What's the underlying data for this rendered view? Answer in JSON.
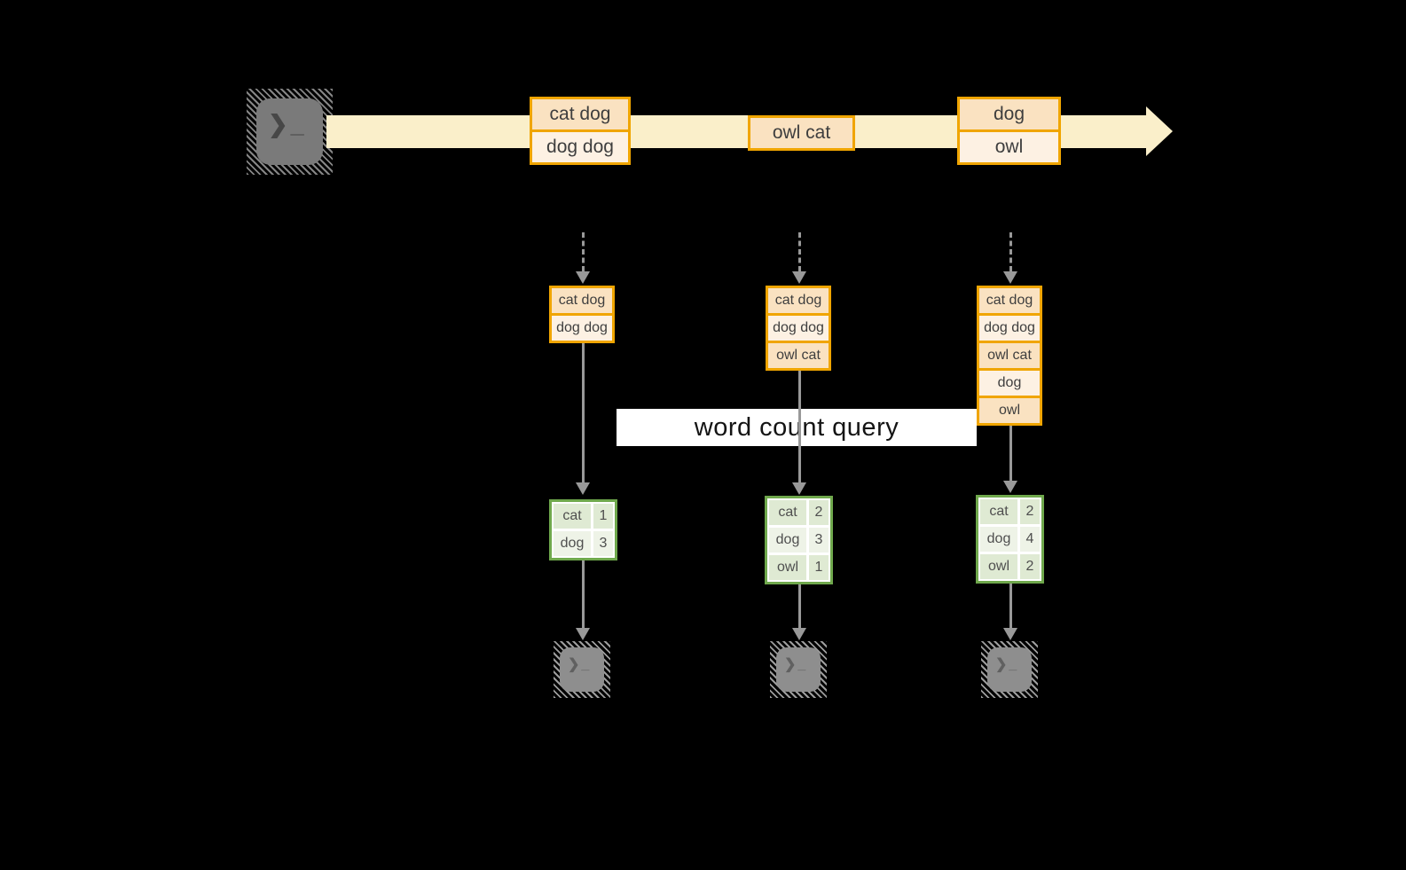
{
  "labels": {
    "query": "word count query"
  },
  "icons": {
    "terminal_prompt": "❯_"
  },
  "stream": {
    "events": [
      {
        "rows": [
          "cat dog",
          "dog dog"
        ]
      },
      {
        "rows": [
          "owl cat"
        ]
      },
      {
        "rows": [
          "dog",
          "owl"
        ]
      }
    ]
  },
  "columns": [
    {
      "state": [
        "cat dog",
        "dog dog"
      ],
      "counts": [
        {
          "word": "cat",
          "count": "1"
        },
        {
          "word": "dog",
          "count": "3"
        }
      ]
    },
    {
      "state": [
        "cat dog",
        "dog dog",
        "owl cat"
      ],
      "counts": [
        {
          "word": "cat",
          "count": "2"
        },
        {
          "word": "dog",
          "count": "3"
        },
        {
          "word": "owl",
          "count": "1"
        }
      ]
    },
    {
      "state": [
        "cat dog",
        "dog dog",
        "owl cat",
        "dog",
        "owl"
      ],
      "counts": [
        {
          "word": "cat",
          "count": "2"
        },
        {
          "word": "dog",
          "count": "4"
        },
        {
          "word": "owl",
          "count": "2"
        }
      ]
    }
  ],
  "colors": {
    "stream_band": "#FAEFCA",
    "box_border": "#F0A500",
    "box_fill_dark": "#FAE2C1",
    "box_fill_light": "#FDF1E3",
    "table_border": "#6FA84C",
    "cell_fill_dark": "#DFEAD3",
    "cell_fill_light": "#EEF3E7",
    "arrow": "#999999"
  }
}
